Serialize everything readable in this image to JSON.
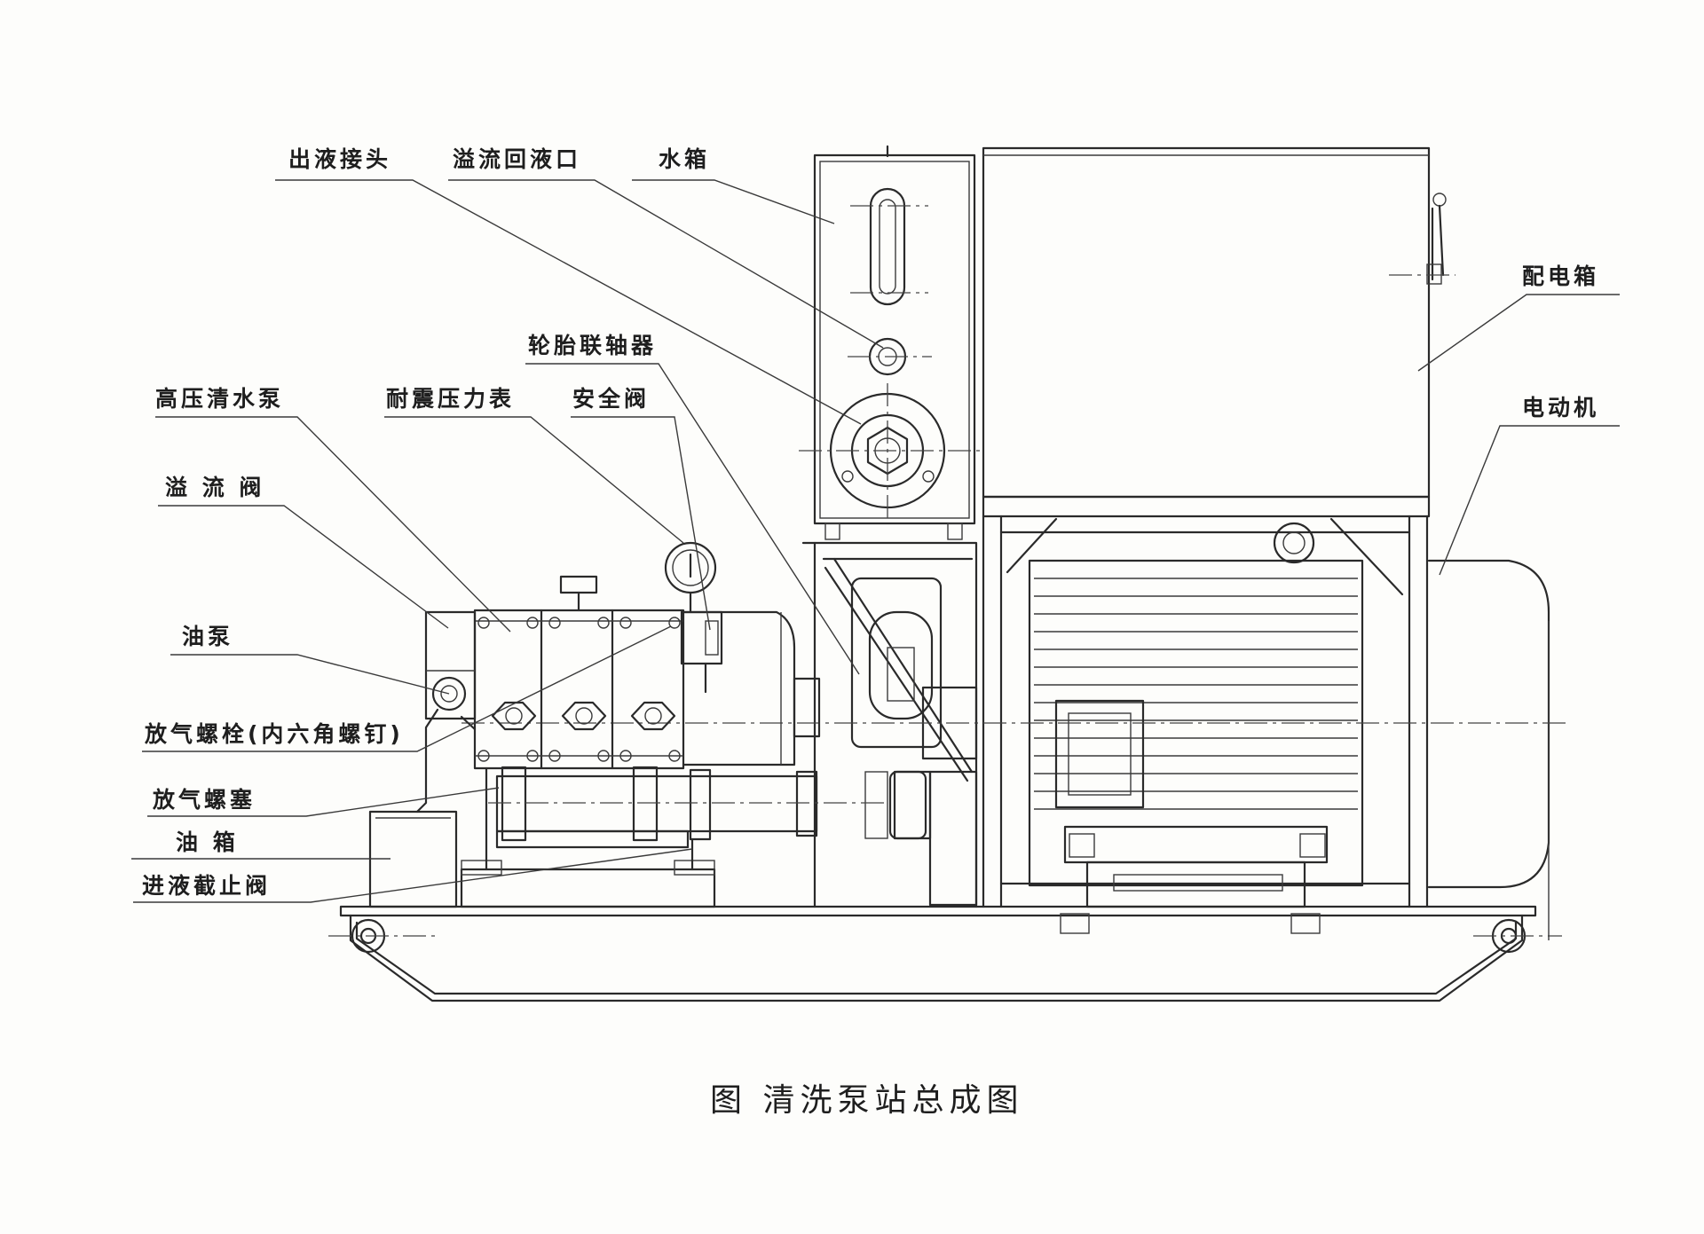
{
  "caption": "图  清洗泵站总成图",
  "labels": {
    "outlet_joint": "出液接头",
    "overflow_return": "溢流回液口",
    "water_tank": "水箱",
    "tire_coupling": "轮胎联轴器",
    "hp_water_pump": "高压清水泵",
    "pressure_gauge": "耐震压力表",
    "safety_valve": "安全阀",
    "overflow_valve": "溢 流 阀",
    "oil_pump": "油泵",
    "vent_bolt": "放气螺栓(内六角螺钉)",
    "vent_plug": "放气螺塞",
    "oil_tank": "油 箱",
    "inlet_stop_valve": "进液截止阀",
    "distribution_box": "配电箱",
    "motor": "电动机"
  }
}
